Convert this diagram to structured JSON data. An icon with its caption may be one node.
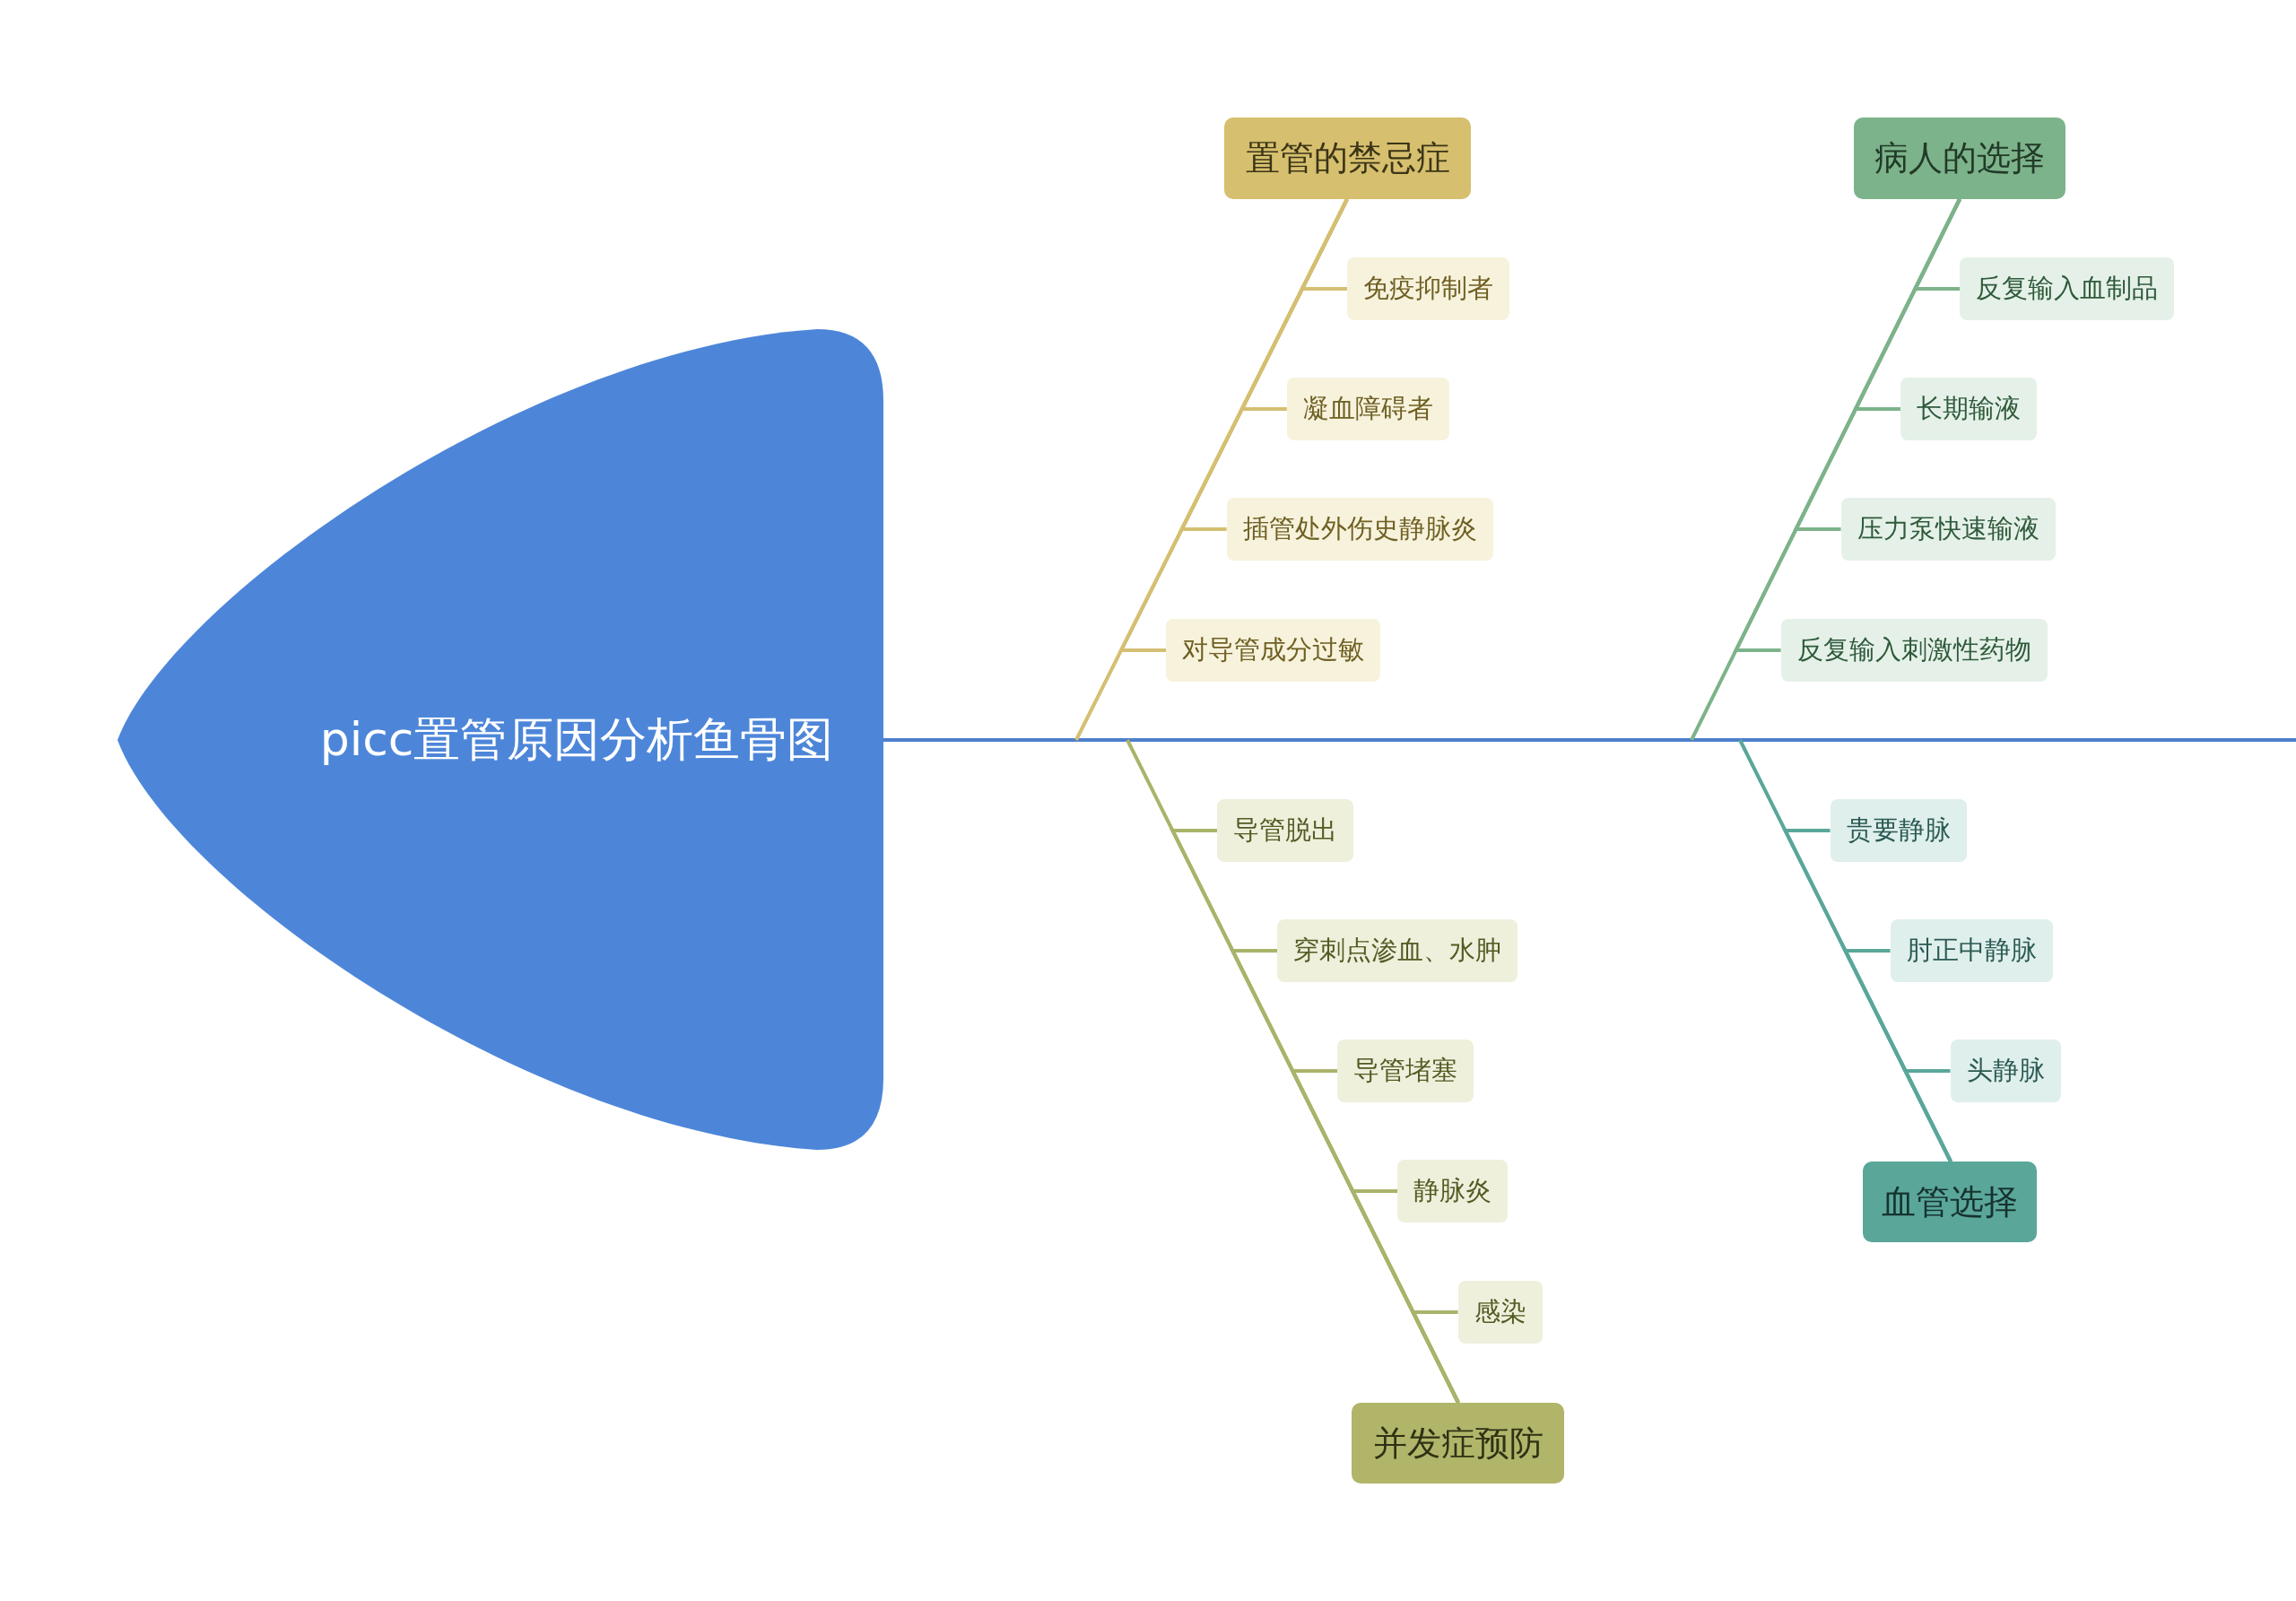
{
  "diagram": {
    "nodes": [
      {
        "text": [
          "picc置管原因分析鱼骨图"
        ]
      },
      {
        "text": [
          "置管的禁忌症"
        ]
      },
      {
        "text": [
          "免疫抑制者"
        ]
      },
      {
        "text": [
          "凝血障碍者"
        ]
      },
      {
        "text": [
          "插管处外伤史静脉炎"
        ]
      },
      {
        "text": [
          "对导管成分过敏"
        ]
      },
      {
        "text": [
          "病人的选择"
        ]
      },
      {
        "text": [
          "反复输入血制品"
        ]
      },
      {
        "text": [
          "长期输液"
        ]
      },
      {
        "text": [
          "压力泵快速输液"
        ]
      },
      {
        "text": [
          "反复输入刺激性药物"
        ]
      },
      {
        "text": [
          "并发症预防"
        ]
      },
      {
        "text": [
          "导管脱出"
        ]
      },
      {
        "text": [
          "穿刺点渗血、水肿"
        ]
      },
      {
        "text": [
          "导管堵塞"
        ]
      },
      {
        "text": [
          "静脉炎"
        ]
      },
      {
        "text": [
          "感染"
        ]
      },
      {
        "text": [
          "血管选择"
        ]
      },
      {
        "text": [
          "贵要静脉"
        ]
      },
      {
        "text": [
          "肘正中静脉"
        ]
      },
      {
        "text": [
          "头静脉"
        ]
      }
    ],
    "edges": [
      {
        "from": 0,
        "to": null,
        "arrow": "none",
        "color": "#4d7fcc"
      },
      {
        "from": 1,
        "to": null,
        "arrow": "none",
        "color": "#d4bf72"
      },
      {
        "from": 6,
        "to": null,
        "arrow": "none",
        "color": "#7db38a"
      },
      {
        "from": 11,
        "to": null,
        "arrow": "none",
        "color": "#aab36a"
      },
      {
        "from": 17,
        "to": null,
        "arrow": "none",
        "color": "#5aa79a"
      },
      {
        "from": 1,
        "to": 2,
        "arrow": "none",
        "color": "#d4bf72"
      },
      {
        "from": 1,
        "to": 3,
        "arrow": "none",
        "color": "#d4bf72"
      },
      {
        "from": 1,
        "to": 4,
        "arrow": "none",
        "color": "#d4bf72"
      },
      {
        "from": 1,
        "to": 5,
        "arrow": "none",
        "color": "#d4bf72"
      },
      {
        "from": 6,
        "to": 7,
        "arrow": "none",
        "color": "#7db38a"
      },
      {
        "from": 6,
        "to": 8,
        "arrow": "none",
        "color": "#7db38a"
      },
      {
        "from": 6,
        "to": 9,
        "arrow": "none",
        "color": "#7db38a"
      },
      {
        "from": 6,
        "to": 10,
        "arrow": "none",
        "color": "#7db38a"
      },
      {
        "from": 11,
        "to": 12,
        "arrow": "none",
        "color": "#aab36a"
      },
      {
        "from": 11,
        "to": 13,
        "arrow": "none",
        "color": "#aab36a"
      },
      {
        "from": 11,
        "to": 14,
        "arrow": "none",
        "color": "#aab36a"
      },
      {
        "from": 11,
        "to": 15,
        "arrow": "none",
        "color": "#aab36a"
      },
      {
        "from": 11,
        "to": 16,
        "arrow": "none",
        "color": "#aab36a"
      },
      {
        "from": 17,
        "to": 18,
        "arrow": "none",
        "color": "#5aa79a"
      },
      {
        "from": 17,
        "to": 19,
        "arrow": "none",
        "color": "#5aa79a"
      },
      {
        "from": 17,
        "to": 20,
        "arrow": "none",
        "color": "#5aa79a"
      }
    ]
  }
}
